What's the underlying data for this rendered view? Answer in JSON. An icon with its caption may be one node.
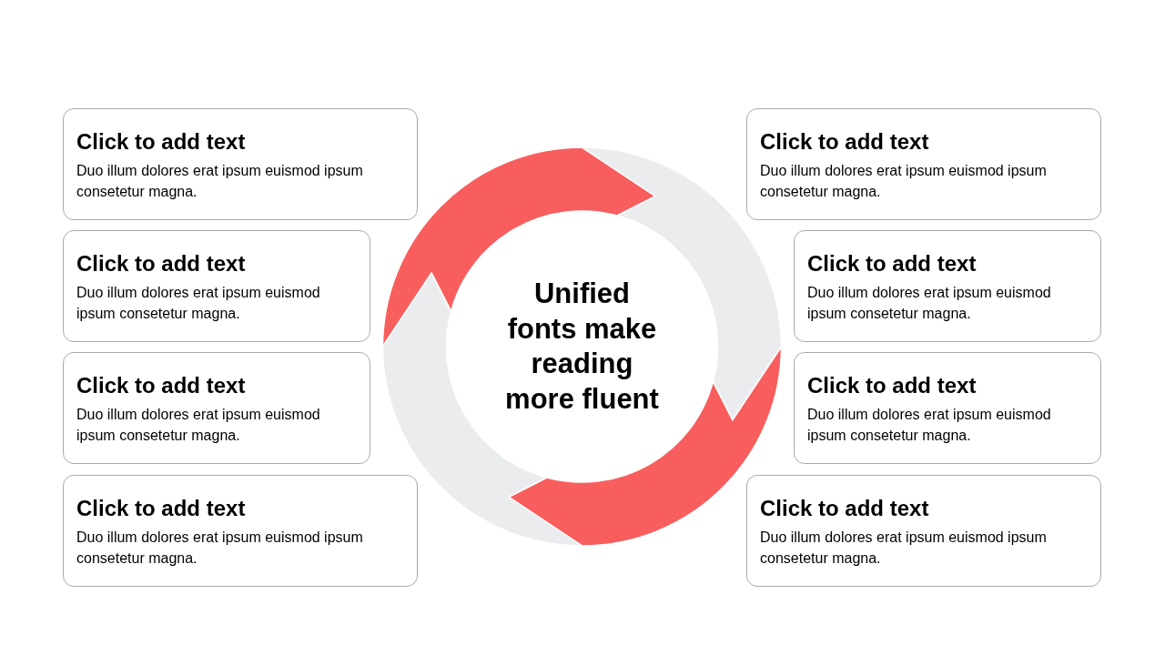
{
  "diagram": {
    "nodes": [
      {
        "text": [
          "Click to add text",
          "Duo illum dolores erat ipsum euismod ipsum consetetur magna."
        ]
      },
      {
        "text": [
          "Click to add text",
          "Duo illum dolores erat ipsum euismod ipsum consetetur magna."
        ]
      },
      {
        "text": [
          "Click to add text",
          "Duo illum dolores erat ipsum euismod ipsum consetetur magna."
        ]
      },
      {
        "text": [
          "Click to add text",
          "Duo illum dolores erat ipsum euismod ipsum consetetur magna."
        ]
      },
      {
        "text": [
          "Unified fonts make reading more fluent"
        ]
      },
      {
        "text": [
          "Click to add text",
          "Duo illum dolores erat ipsum euismod ipsum consetetur magna."
        ]
      },
      {
        "text": [
          "Click to add text",
          "Duo illum dolores erat ipsum euismod ipsum consetetur magna."
        ]
      },
      {
        "text": [
          "Click to add text",
          "Duo illum dolores erat ipsum euismod ipsum consetetur magna."
        ]
      },
      {
        "text": [
          "Click to add text",
          "Duo illum dolores erat ipsum euismod ipsum consetetur magna."
        ]
      }
    ],
    "edges": []
  }
}
